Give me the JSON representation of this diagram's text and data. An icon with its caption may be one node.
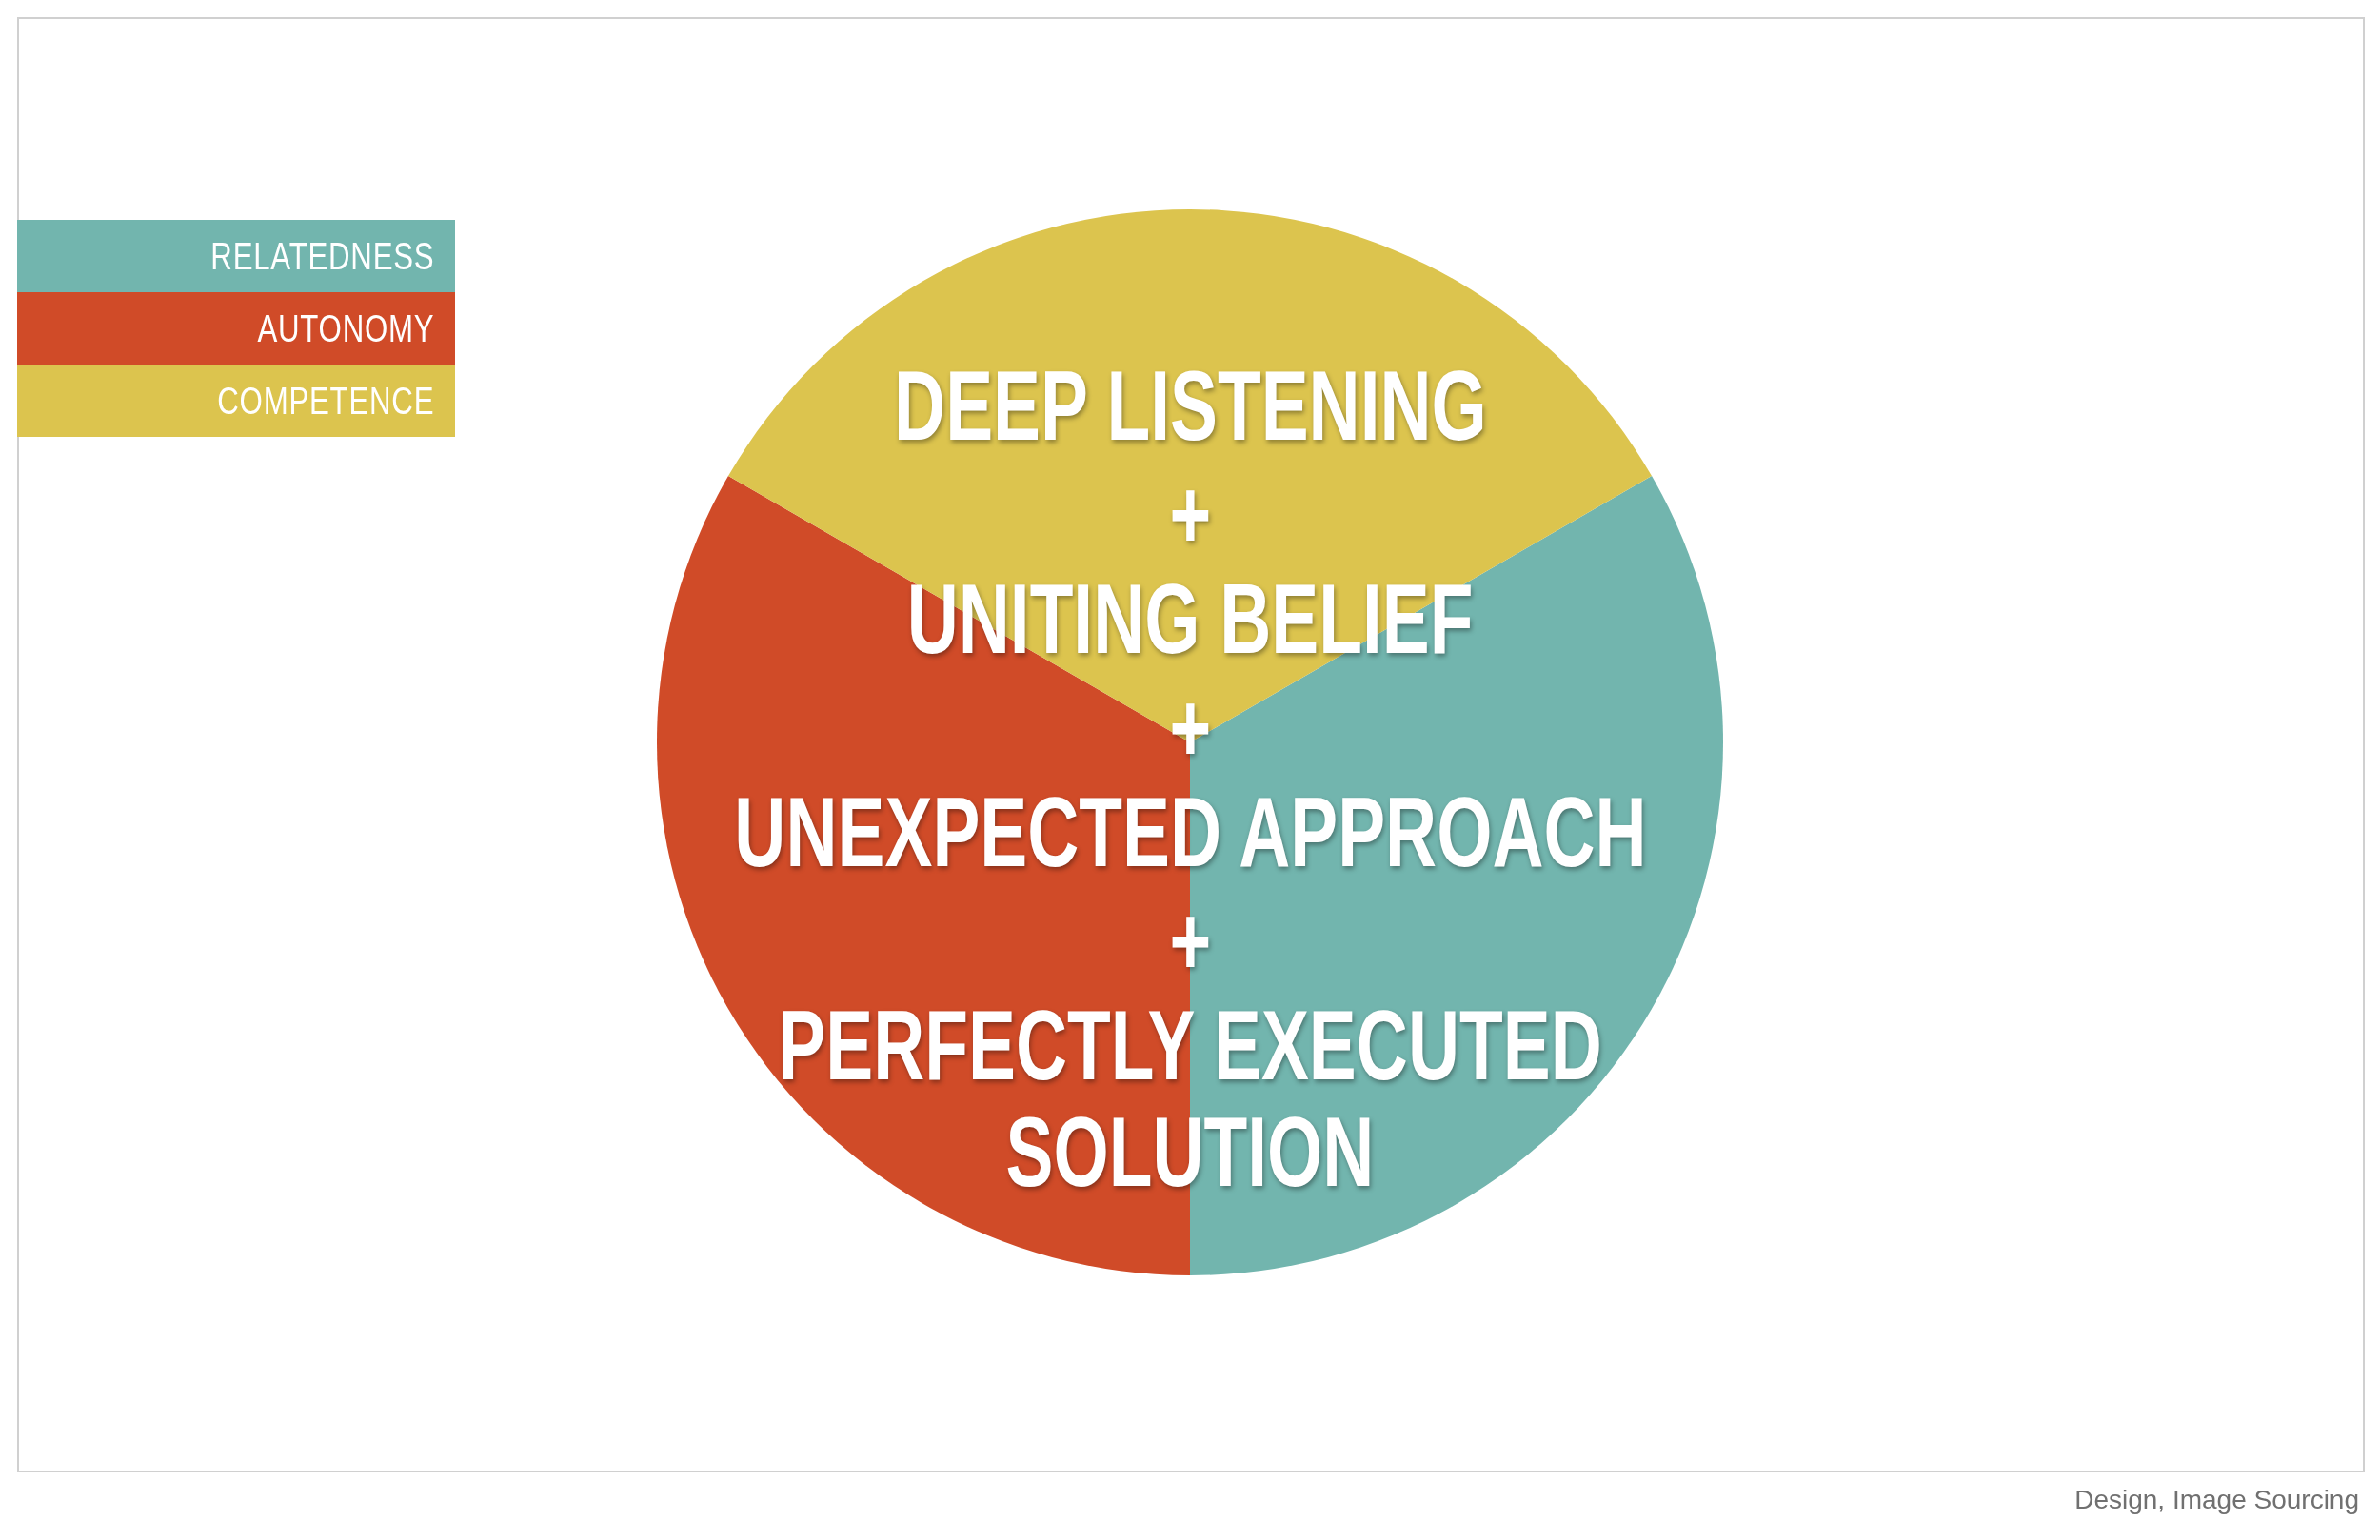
{
  "diagram": {
    "nodes": [
      {
        "text": [
          "DEEP LISTENING",
          "+",
          "UNITING BELIEF",
          "+",
          "UNEXPECTED APPROACH",
          "+",
          "PERFECTLY EXECUTED SOLUTION"
        ]
      }
    ],
    "edges": [],
    "labels": [
      "Design, Image Sourcing"
    ],
    "legend": [
      {
        "text": "RELATEDNESS",
        "color": "#72b5ae"
      },
      {
        "text": "AUTONOMY",
        "color": "#d04b28"
      },
      {
        "text": "COMPETENCE",
        "color": "#dcc44e"
      }
    ]
  }
}
